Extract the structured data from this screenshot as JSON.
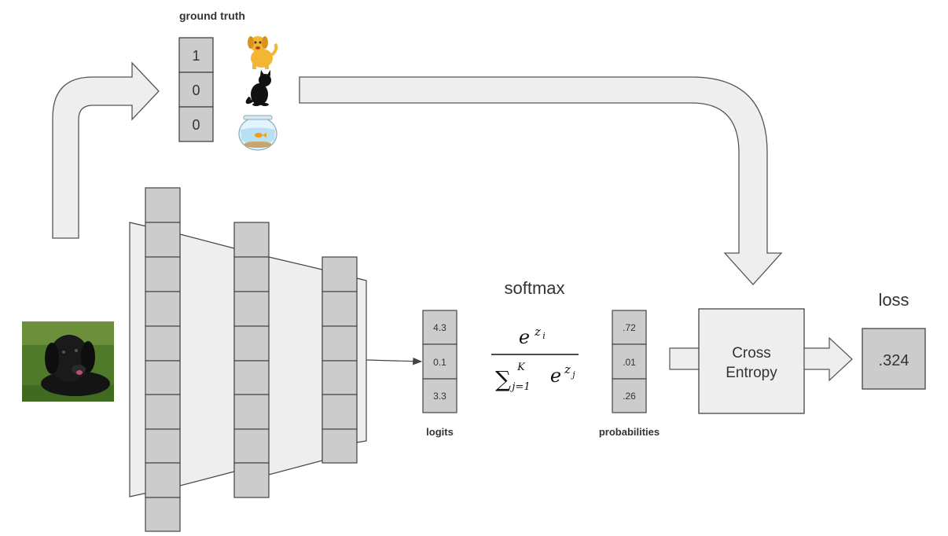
{
  "ground_truth": {
    "title": "ground truth",
    "values": [
      "1",
      "0",
      "0"
    ],
    "icons": [
      "dog-icon",
      "cat-icon",
      "fishbowl-icon"
    ]
  },
  "logits": {
    "label": "logits",
    "values": [
      "4.3",
      "0.1",
      "3.3"
    ]
  },
  "probabilities": {
    "label": "probabilities",
    "values": [
      ".72",
      ".01",
      ".26"
    ]
  },
  "softmax": {
    "title": "softmax"
  },
  "cross_entropy": {
    "line1": "Cross",
    "line2": "Entropy"
  },
  "loss": {
    "title": "loss",
    "value": ".324"
  },
  "input_image": {
    "icon": "puppy-photo"
  },
  "colors": {
    "cell_fill": "#cccccc",
    "cell_stroke": "#444444",
    "arrow_fill": "#eeeeee",
    "arrow_stroke": "#555555",
    "trapezoid_fill": "#eeeeee"
  }
}
